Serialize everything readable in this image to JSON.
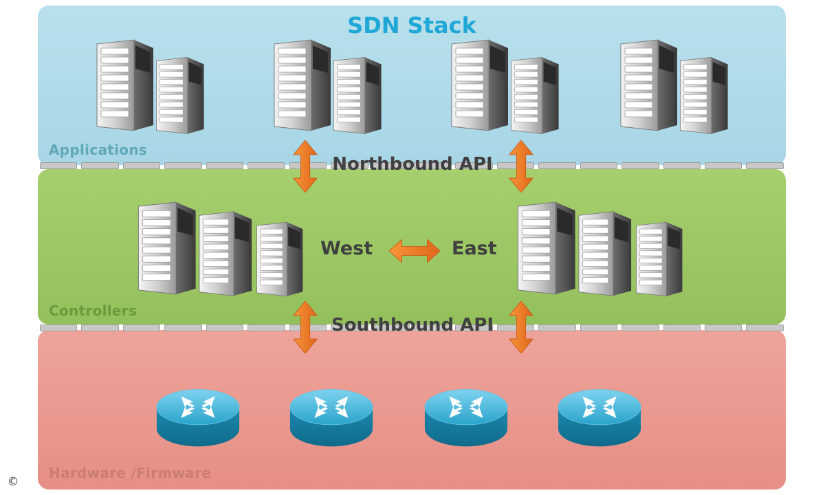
{
  "title": "SDN Stack",
  "layers": {
    "applications": "Applications",
    "controllers": "Controllers",
    "hardware": "Hardware /Firmware"
  },
  "apis": {
    "northbound": "Northbound API",
    "southbound": "Southbound API",
    "west": "West",
    "east": "East"
  },
  "copyright": "©",
  "colors": {
    "applications_layer": "#b8e0ec",
    "controllers_layer": "#a6cf6e",
    "hardware_layer": "#eea49a",
    "title": "#1fa7d6",
    "arrow": "#ef7a1e",
    "router": "#2aa3cc"
  },
  "icons": {
    "application_servers": "server-tower-icon",
    "controller_servers": "server-tower-icon",
    "hardware": "router-icon",
    "api_arrows": "double-arrow-icon"
  }
}
